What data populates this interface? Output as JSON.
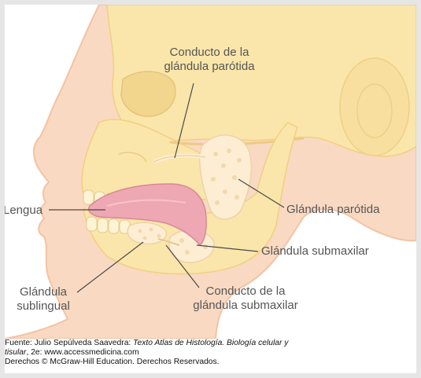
{
  "labels": {
    "parotid_duct": [
      "Conducto de la",
      "glándula parótida"
    ],
    "tongue": "Lengua",
    "parotid_gland": "Glándula parótida",
    "submaxillary_gland": "Glándula submaxilar",
    "sublingual_gland": [
      "Glándula",
      "sublingual"
    ],
    "submaxillary_duct": [
      "Conducto de la",
      "glándula submaxilar"
    ]
  },
  "caption": {
    "line1_plain": "Fuente: Julio Sepúlveda Saavedra: ",
    "line1_italic": "Texto Atlas de Histología. Biología celular y",
    "line2_italic": "tisular",
    "line2_plain": ", 2e: www.accessmedicina.com",
    "line3": "Derechos © McGraw-Hill Education. Derechos Reservados."
  },
  "colors": {
    "skin": "#f9d9c2",
    "skin_shadow": "#f3c3a3",
    "bone": "#fae6aa",
    "bone_dark": "#f2cf80",
    "gland": "#fdeed3",
    "tongue": "#eda8b4",
    "leader": "#4a4a4a"
  }
}
